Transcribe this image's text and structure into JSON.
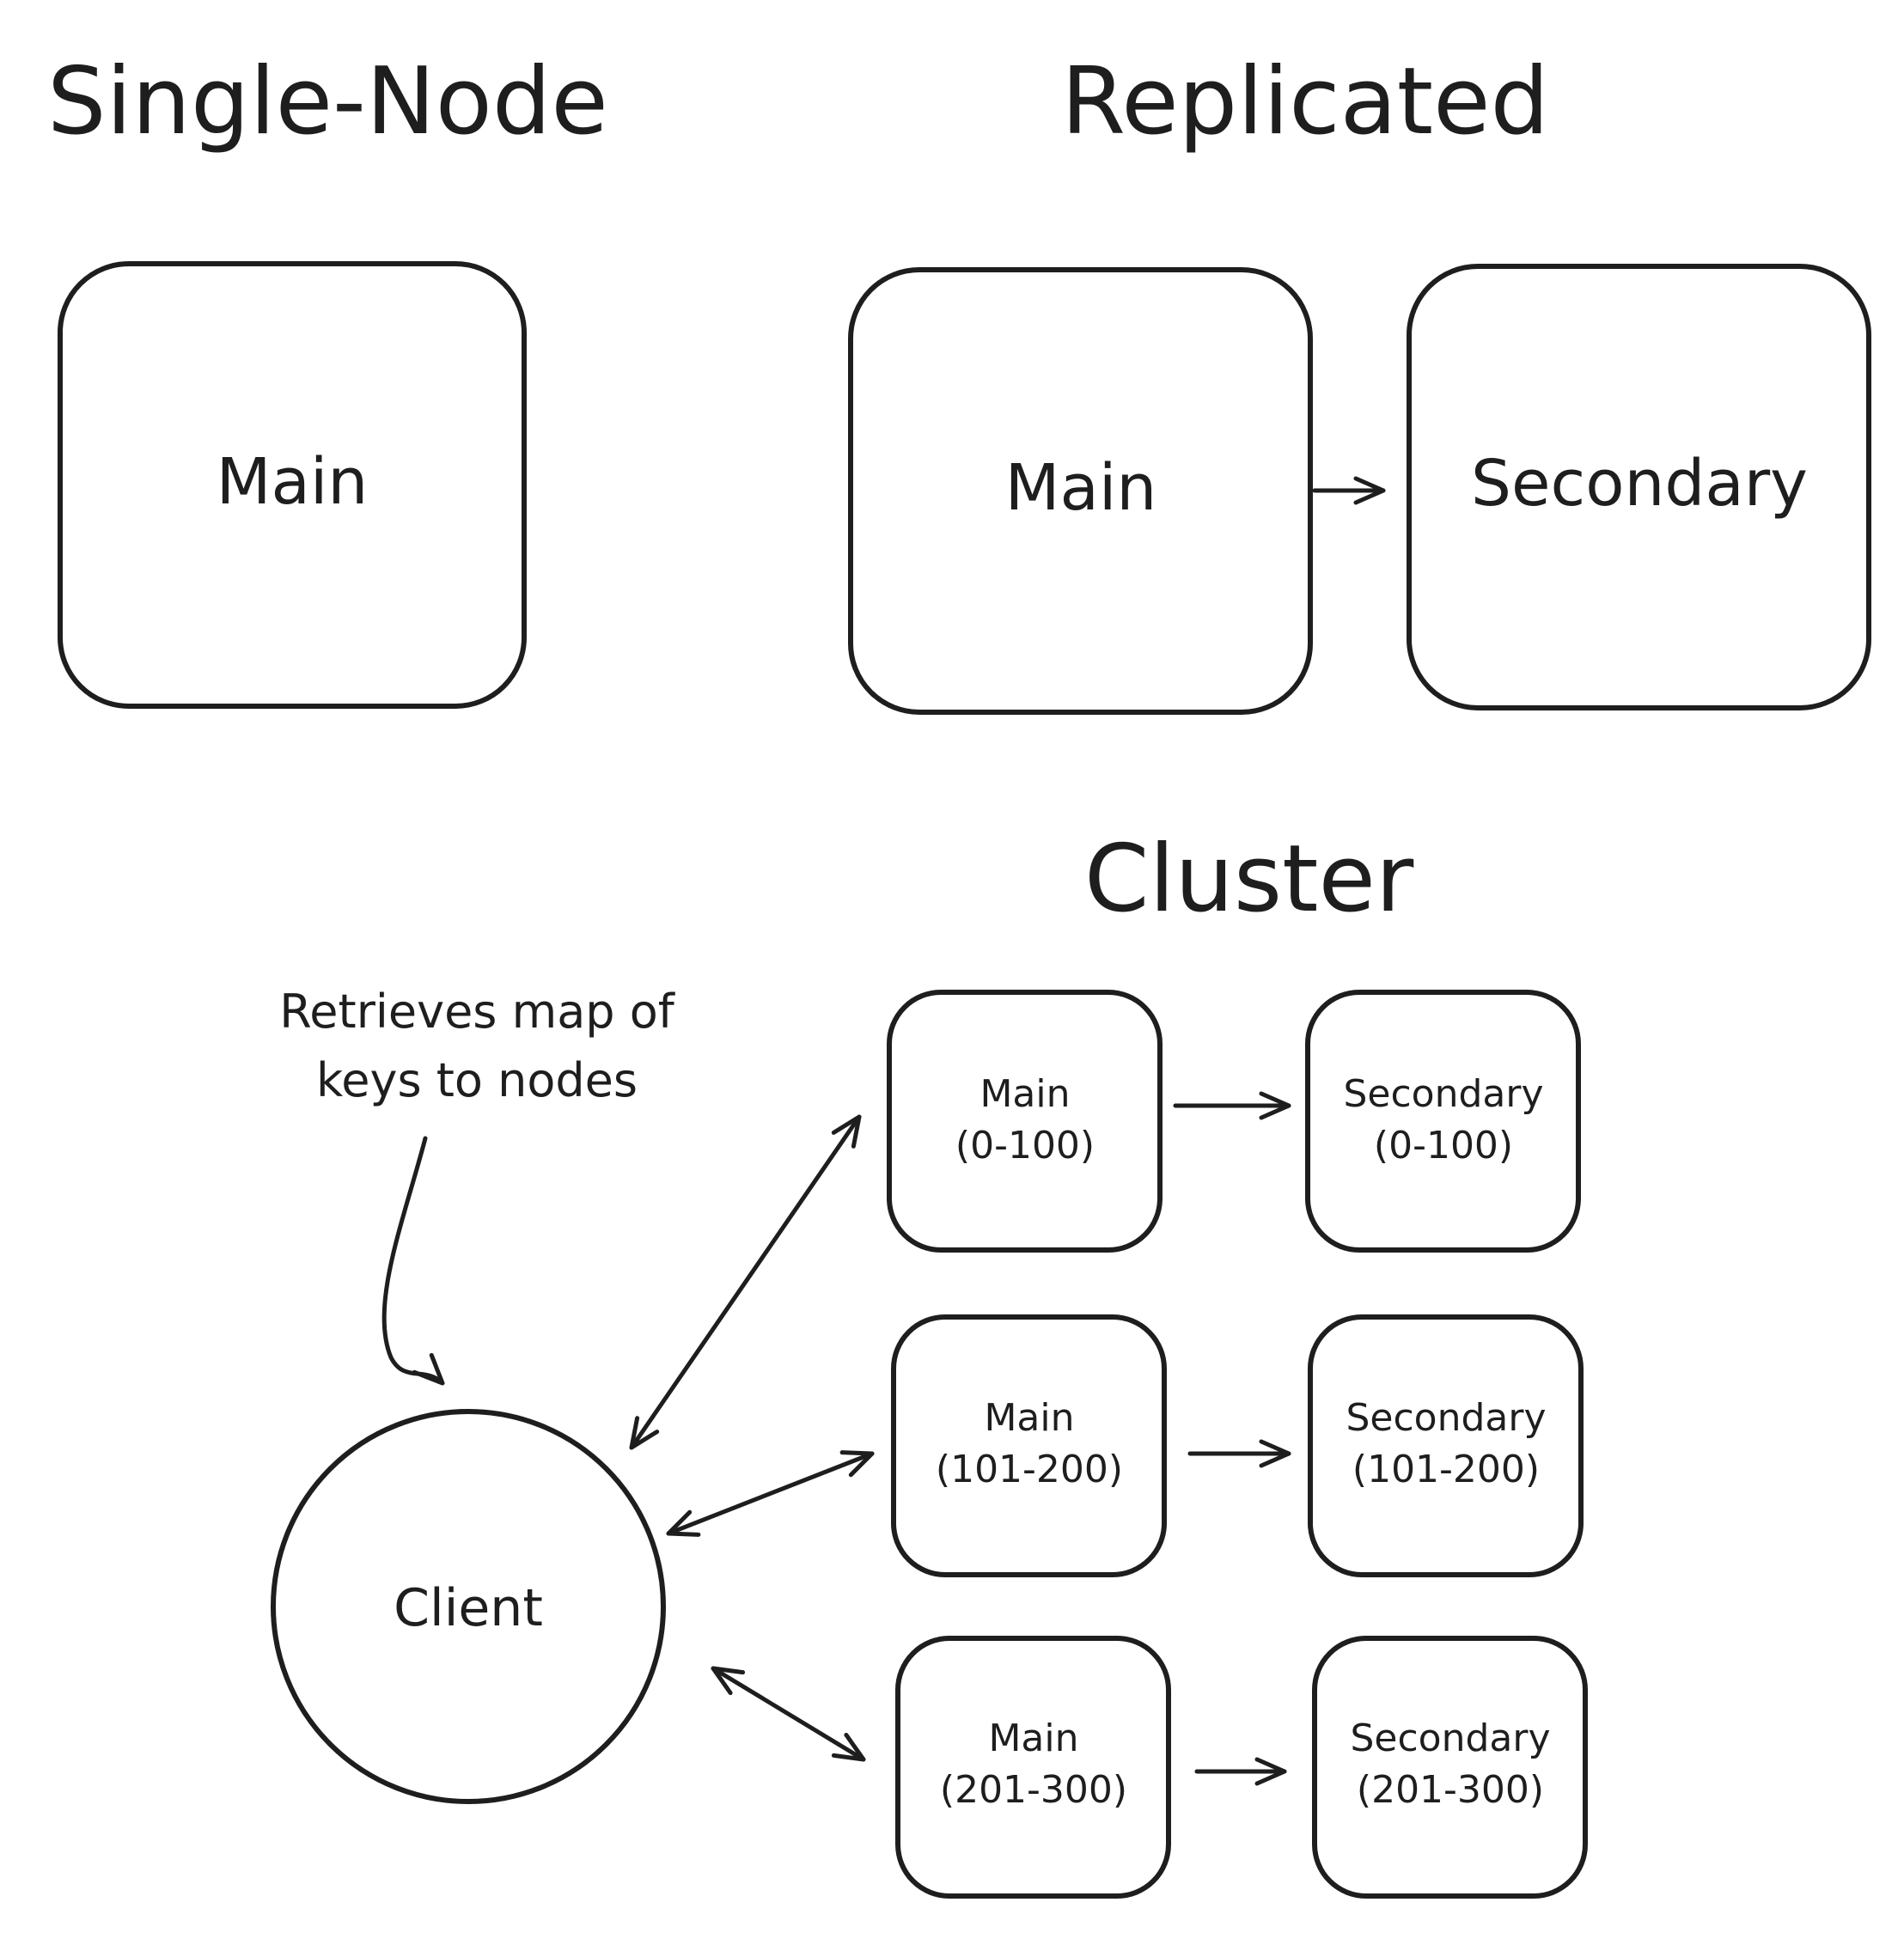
{
  "sections": {
    "single_node": {
      "title": "Single-Node",
      "main_label": "Main"
    },
    "replicated": {
      "title": "Replicated",
      "main_label": "Main",
      "secondary_label": "Secondary"
    },
    "cluster": {
      "title": "Cluster",
      "client_label": "Client",
      "note_line1": "Retrieves map of",
      "note_line2": "keys to nodes",
      "shards": [
        {
          "main": "Main",
          "secondary": "Secondary",
          "range": "(0-100)"
        },
        {
          "main": "Main",
          "secondary": "Secondary",
          "range": "(101-200)"
        },
        {
          "main": "Main",
          "secondary": "Secondary",
          "range": "(201-300)"
        }
      ]
    }
  },
  "colors": {
    "stroke": "#1e1e1e",
    "background": "#ffffff"
  }
}
